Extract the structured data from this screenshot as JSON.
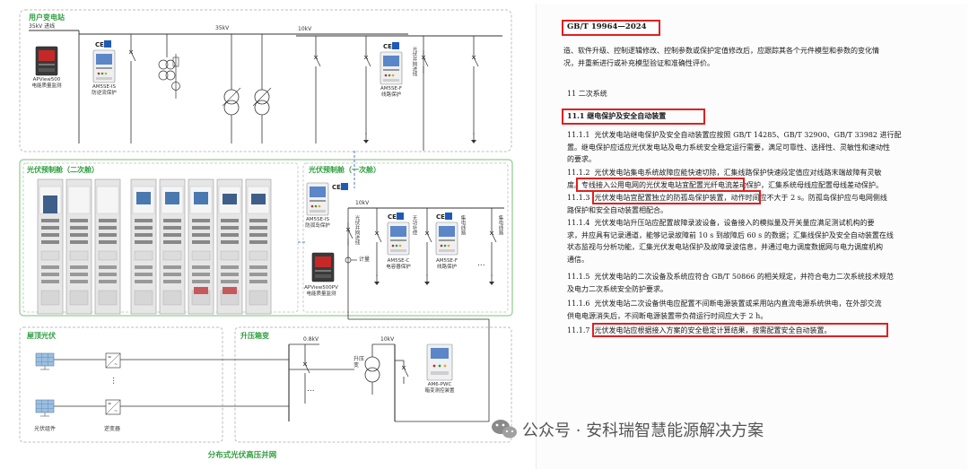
{
  "diagram": {
    "caption": "分布式光伏高压并网",
    "sections": {
      "substation": "用户变电站",
      "pv_cabinet_secondary": "光伏预制舱（二次舱）",
      "pv_cabinet_primary": "光伏预制舱（一次舱）",
      "rooftop_pv": "屋顶光伏",
      "boost_box": "升压箱变"
    },
    "voltage_labels": {
      "incoming_35kv": "35kV 进线",
      "bus_35kv": "35kV",
      "bus_10kv": "10kV",
      "cabinet_10kv": "10kV",
      "box_0_8kv": "0.8kV",
      "box_10kv": "10kV"
    },
    "devices": {
      "apview500": [
        "APView500",
        "电能质量监测"
      ],
      "amsse_is_sub": [
        "AM5SE-IS",
        "防逆流保护"
      ],
      "amsse_f_sub": [
        "AM5SE-F",
        "线路保护"
      ],
      "amsse_is_cab": [
        "AM5SE-IS",
        "防孤岛保护"
      ],
      "apview500pv": [
        "APView500PV",
        "电能质量监测"
      ],
      "amsse_c": [
        "AM5SE-C",
        "电容器保护"
      ],
      "amsse_f_cab": [
        "AM5SE-F",
        "线路保护"
      ],
      "am6_pwc": [
        "AM6-PWC",
        "箱变测控装置"
      ]
    },
    "vertical_labels": {
      "pv_incoming_sub": "光伏并网进线",
      "pv_incoming_cab": "光伏并网进线",
      "capacitor": "无功补偿",
      "feeder_line": "集电线路",
      "feeder_line_2": "集电线路"
    },
    "misc_labels": {
      "metering": "计量",
      "boost_transformer": "升压变",
      "pv_module": "光伏组件",
      "inverter": "逆变器",
      "ellipsis": "..."
    }
  },
  "document": {
    "standard": "GB/T 19964—2024",
    "para_intro": [
      "造、软件升级、控制逻辑修改、控制参数或保护定值修改后，应跟踪其各个元件模型和参数的变化情",
      "况，并重新进行或补充模型验证和准确性评价。"
    ],
    "section_heading": "11   二次系统",
    "subsection_heading": "11.1   继电保护及安全自动装置",
    "clauses": [
      {
        "num": "11.1.1",
        "lines": [
          "光伏发电站继电保护及安全自动装置应按照 GB/T 14285、GB/T 32900、GB/T 33982 进行配",
          "置。继电保护应适应光伏发电站及电力系统安全稳定运行需要，满足可靠性、选择性、灵敏性和速动性",
          "的要求。"
        ]
      },
      {
        "num": "11.1.2",
        "lines": [
          "光伏发电站集电系统故障应能快速切除，汇集线路保护快速段定值应对线路末端故障有灵敏",
          "度。专线接入公用电网的光伏发电站宜配置光纤电流差动保护，汇集系统母线应配置母线差动保护。"
        ]
      },
      {
        "num": "11.1.3",
        "lines": [
          "光伏发电站宜配置独立的防孤岛保护装置，动作时间应不大于 2 s。防孤岛保护应与电网侧线",
          "路保护和安全自动装置相配合。"
        ]
      },
      {
        "num": "11.1.4",
        "lines": [
          "光伏发电站升压站应配置故障录波设备，设备接入的模拟量及开关量应满足测试机构的要",
          "求，并应具有记录通道，能够记录故障前 10 s 到故障后 60 s 的数据；汇集线保护及安全自动装置在线",
          "状态监视与分析功能，汇集光伏发电站保护及故障录波信息，并通过电力调度数据网与电力调度机构",
          "通信。"
        ]
      },
      {
        "num": "11.1.5",
        "lines": [
          "光伏发电站的二次设备及系统应符合 GB/T 50866 的相关规定，并符合电力二次系统技术规范",
          "及电力二次系统安全防护要求。"
        ]
      },
      {
        "num": "11.1.6",
        "lines": [
          "光伏发电站二次设备供电应配置不间断电源装置或采用站内直流电源系统供电，在外部交流",
          "供电电源消失后，不间断电源装置带负荷运行时间应大于 2 h。"
        ]
      },
      {
        "num": "11.1.7",
        "lines": [
          "光伏发电站应根据接入方案的安全稳定计算结果，按需配置安全自动装置。"
        ]
      }
    ]
  },
  "watermark": "公众号 · 安科瑞智慧能源解决方案",
  "colors": {
    "accent_green": "#2e9e3e",
    "highlight_red": "#e02020",
    "dashed_border": "#b8b8b8",
    "device_red": "#c62828",
    "badge_blue": "#1e5bb8"
  }
}
